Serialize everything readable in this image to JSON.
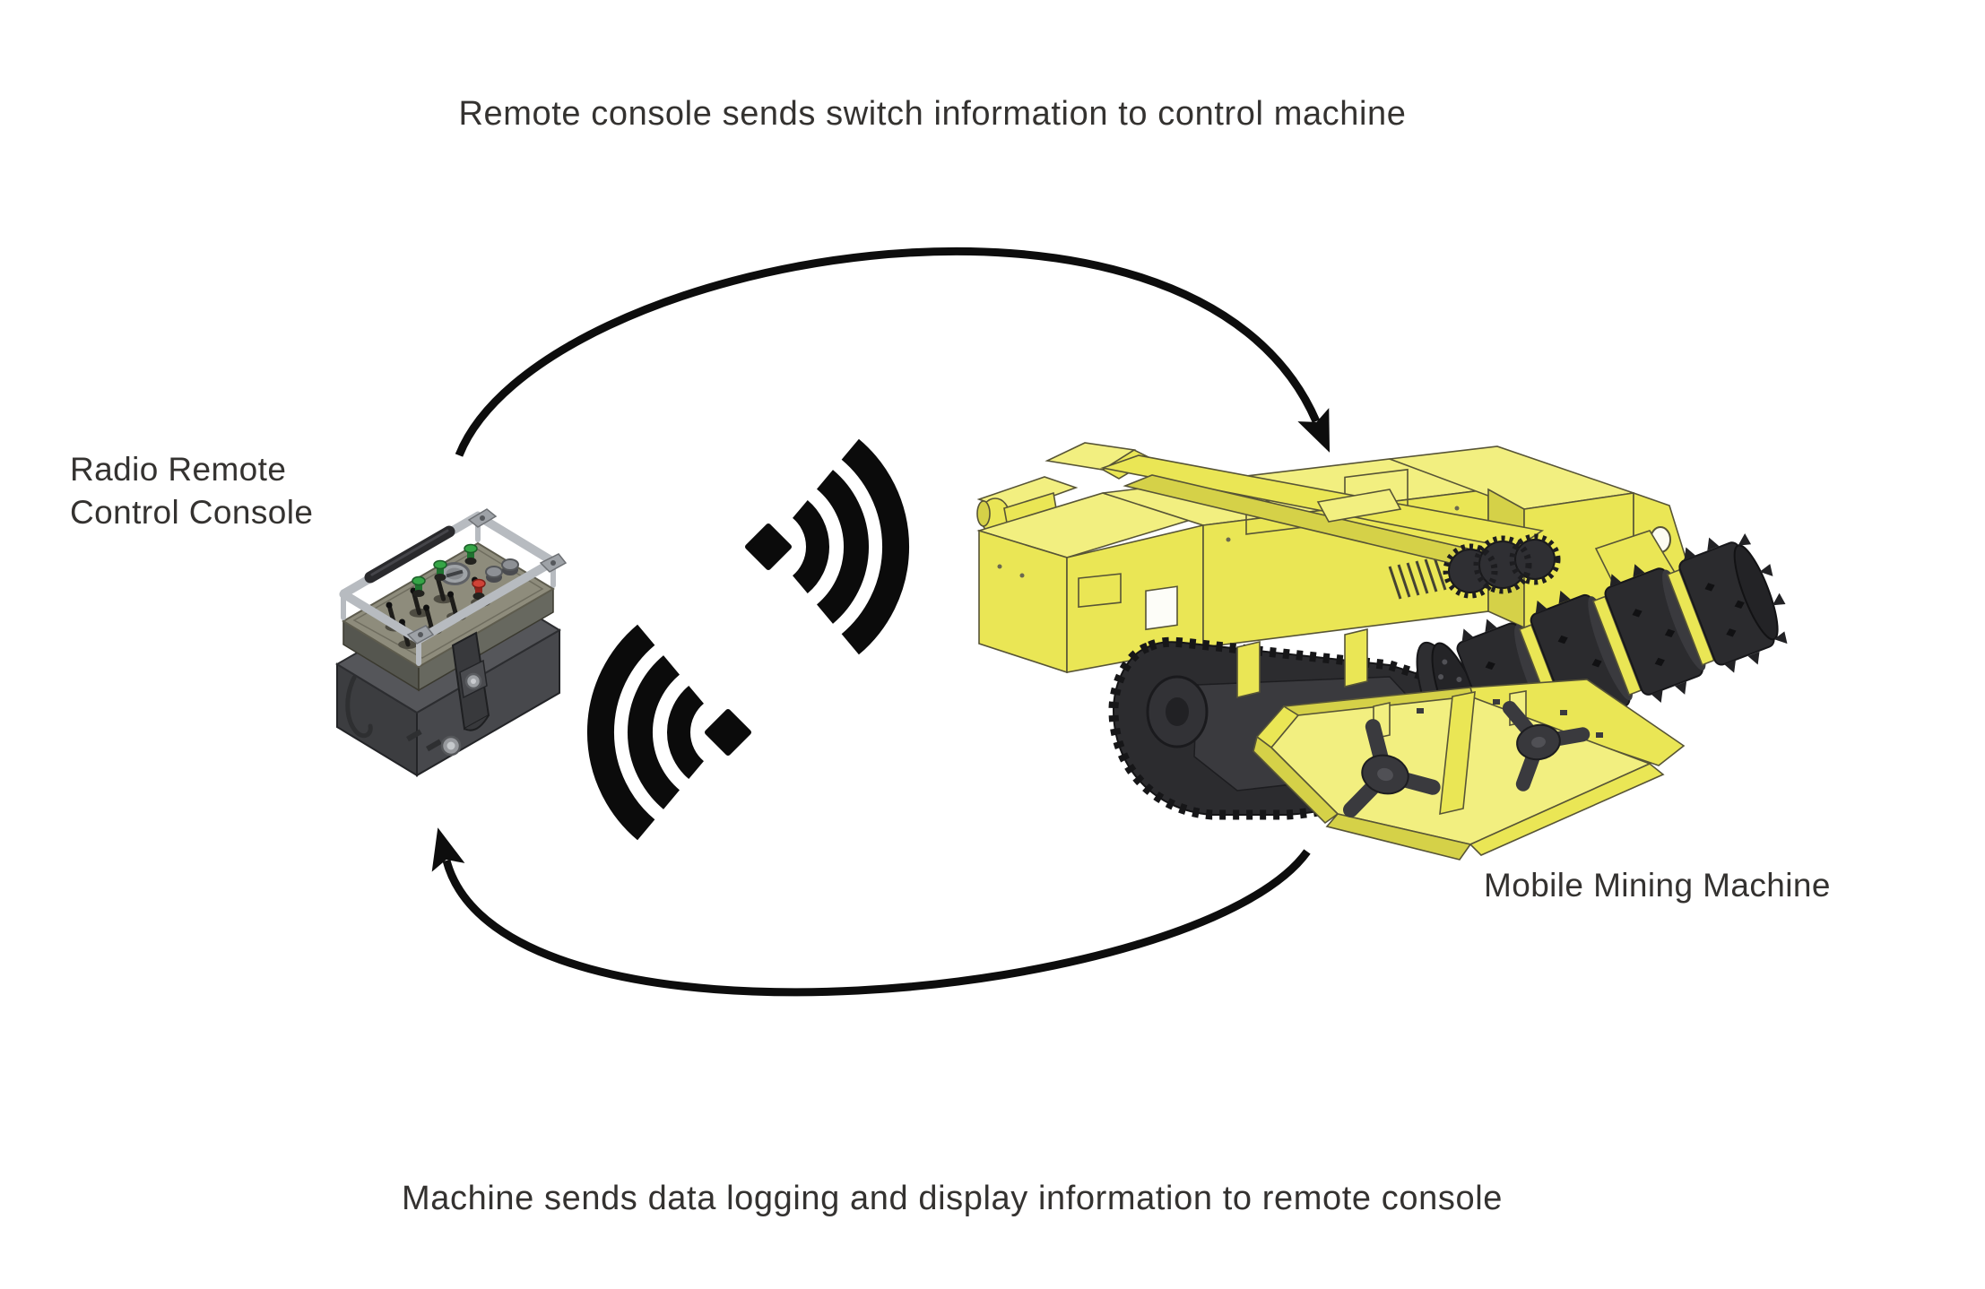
{
  "colors": {
    "background": "#ffffff",
    "text": "#343230",
    "arrow": "#0d0d0d",
    "signal": "#0b0b0b",
    "machine_yellow": "#eae655",
    "machine_yellow_light": "#f2ef80",
    "machine_yellow_dark": "#d5d148",
    "machine_dark": "#2c2c2f",
    "console_body": "#404145",
    "console_panel": "#8e8c7c",
    "console_frame": "#b7bbc0",
    "button_green": "#35a546",
    "button_red": "#d04337"
  },
  "captions": {
    "top": "Remote console sends switch information to control machine",
    "bottom": "Machine sends data logging and display information to remote console"
  },
  "labels": {
    "console_line1": "Radio Remote",
    "console_line2": "Control Console",
    "machine": "Mobile Mining Machine"
  },
  "icons": {
    "signal_to_machine": "wifi-signal-right-icon",
    "signal_to_console": "wifi-signal-left-icon"
  },
  "arrows": {
    "top": "console-to-machine",
    "bottom": "machine-to-console"
  }
}
